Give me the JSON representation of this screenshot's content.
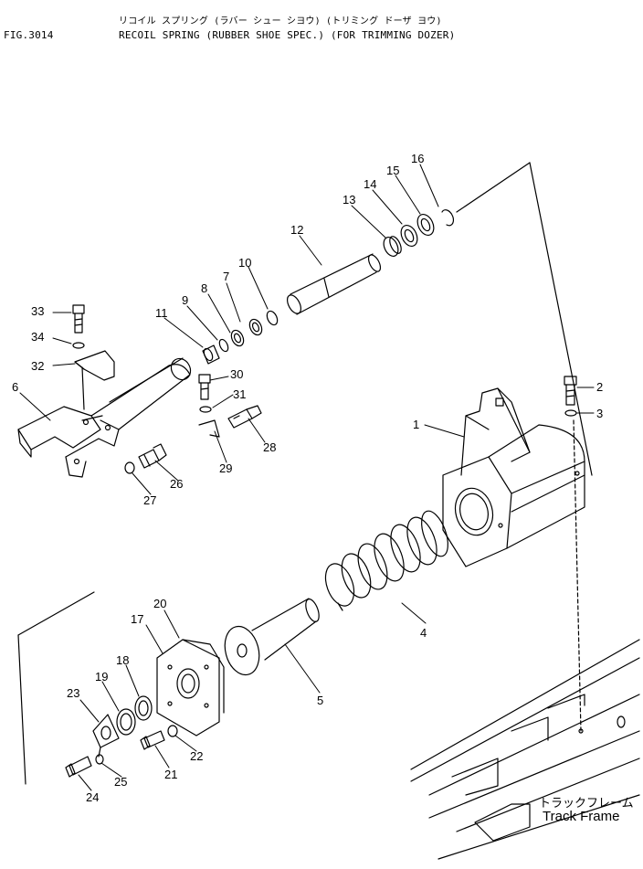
{
  "header": {
    "figure_number": "FIG.3014",
    "title_japanese": "リコイル スプリング (ラバー シュー シヨウ) (トリミング ドーザ ヨウ)",
    "title_english": "RECOIL SPRING (RUBBER SHOE SPEC.) (FOR TRIMMING DOZER)"
  },
  "track_frame": {
    "label_japanese": "トラックフレーム",
    "label_english": "Track Frame"
  },
  "callouts": [
    "1",
    "2",
    "3",
    "4",
    "5",
    "6",
    "7",
    "8",
    "9",
    "10",
    "11",
    "12",
    "13",
    "14",
    "15",
    "16",
    "17",
    "18",
    "19",
    "20",
    "21",
    "22",
    "23",
    "24",
    "25",
    "26",
    "27",
    "28",
    "29",
    "30",
    "31",
    "32",
    "33",
    "34"
  ]
}
